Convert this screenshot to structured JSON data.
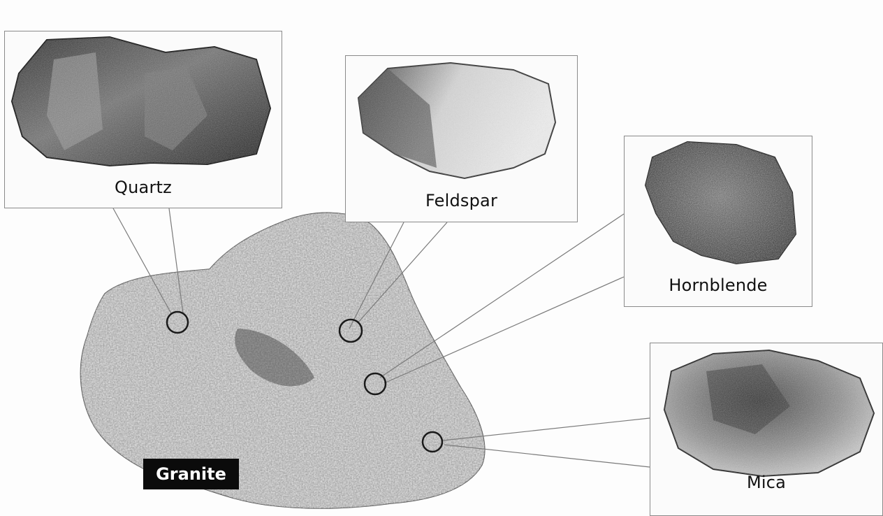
{
  "rock": {
    "label": "Granite"
  },
  "minerals": [
    {
      "id": "quartz",
      "label": "Quartz"
    },
    {
      "id": "feldspar",
      "label": "Feldspar"
    },
    {
      "id": "hornblende",
      "label": "Hornblende"
    },
    {
      "id": "mica",
      "label": "Mica"
    }
  ],
  "colors": {
    "label_background": "#0b0b0b",
    "label_text": "#ffffff",
    "callout_line": "#7a7a7a"
  }
}
